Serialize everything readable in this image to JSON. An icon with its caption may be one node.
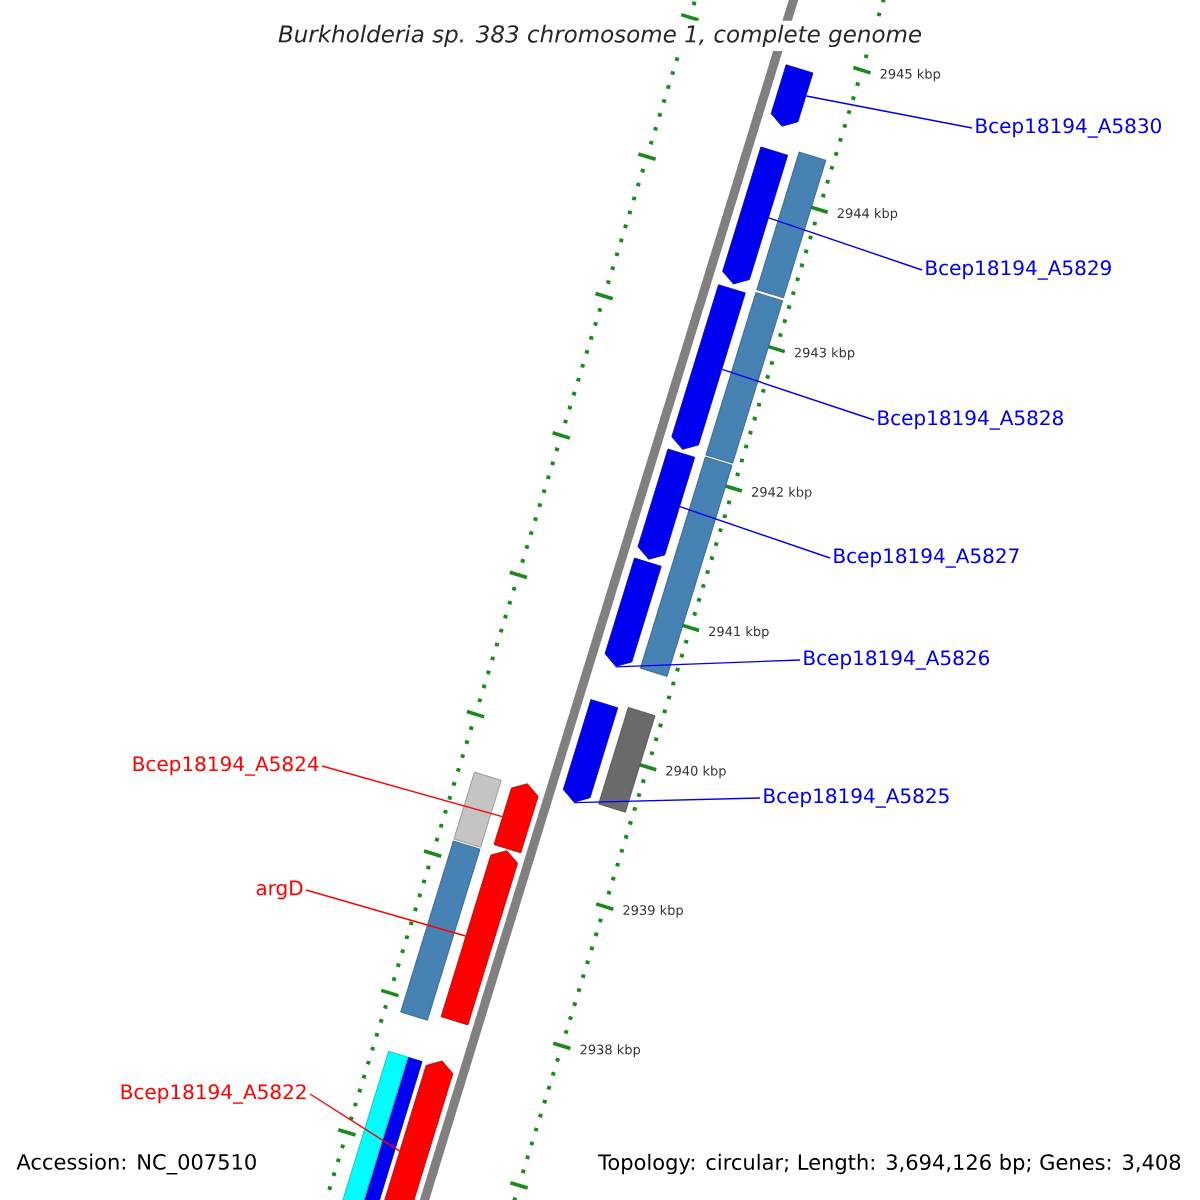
{
  "diagram": {
    "title": "Burkholderia sp. 383 chromosome 1, complete genome",
    "nodes": [
      {
        "text": [
          "Bcep18194_A5830"
        ]
      },
      {
        "text": [],
        "shape": "arrow"
      },
      {
        "text": [],
        "shape": "bar"
      },
      {
        "text": [],
        "shape": "arrow"
      },
      {
        "text": [
          "Bcep18194_A5829"
        ]
      },
      {
        "text": [],
        "shape": "bar"
      },
      {
        "text": [],
        "shape": "arrow"
      },
      {
        "text": [
          "Bcep18194_A5828"
        ]
      },
      {
        "text": [],
        "shape": "arrow"
      },
      {
        "text": [],
        "shape": "bar"
      },
      {
        "text": [
          "Bcep18194_A5827"
        ]
      },
      {
        "text": [],
        "shape": "arrow"
      },
      {
        "text": [
          "Bcep18194_A5826"
        ]
      },
      {
        "text": [],
        "shape": "arrow"
      },
      {
        "text": [],
        "shape": "bar"
      },
      {
        "text": [
          "Bcep18194_A5825"
        ]
      },
      {
        "text": [
          "Bcep18194_A5824"
        ]
      },
      {
        "text": [],
        "shape": "bar"
      },
      {
        "text": [],
        "shape": "arrow"
      },
      {
        "text": [],
        "shape": "bar"
      },
      {
        "text": [],
        "shape": "arrow"
      },
      {
        "text": [
          "argD"
        ]
      },
      {
        "text": [],
        "shape": "bar"
      },
      {
        "text": [],
        "shape": "bar"
      },
      {
        "text": [],
        "shape": "arrow"
      },
      {
        "text": [
          "Bcep18194_A5822"
        ]
      }
    ],
    "edges": [
      {
        "from": 0,
        "to": 1,
        "arrow": "none"
      },
      {
        "from": 4,
        "to": 3,
        "arrow": "none"
      },
      {
        "from": 7,
        "to": 6,
        "arrow": "none"
      },
      {
        "from": 10,
        "to": 8,
        "arrow": "none"
      },
      {
        "from": 12,
        "to": 11,
        "arrow": "none"
      },
      {
        "from": 15,
        "to": 13,
        "arrow": "none"
      },
      {
        "from": 16,
        "to": 18,
        "arrow": "none",
        "color": "#ff0000"
      },
      {
        "from": 21,
        "to": 20,
        "arrow": "none",
        "color": "#ff0000"
      },
      {
        "from": 25,
        "to": 24,
        "arrow": "none",
        "color": "#ff0000"
      }
    ],
    "labels": [
      "2945 kbp",
      "2944 kbp",
      "2943 kbp",
      "2942 kbp",
      "2941 kbp",
      "2940 kbp",
      "2939 kbp",
      "2938 kbp",
      "Accession: NC_007510",
      "Topology: circular; Length: 3,694,126 bp; Genes: 3,408"
    ]
  }
}
